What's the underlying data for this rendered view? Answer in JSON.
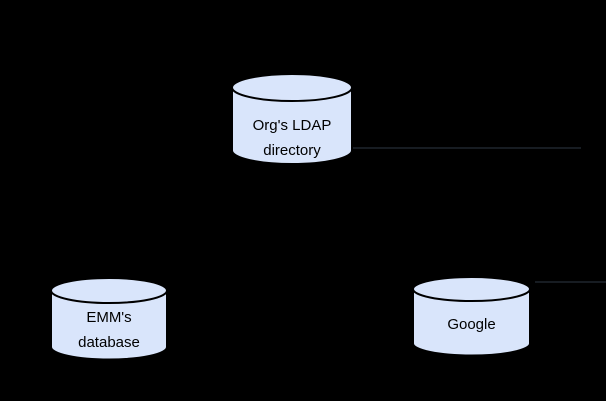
{
  "diagram": {
    "background": "#000000",
    "node_fill": "#d9e5fb",
    "node_stroke": "#000000",
    "text_color": "#000000",
    "nodes": [
      {
        "id": "org-ldap-directory",
        "shape": "cylinder",
        "label": "Org's LDAP directory",
        "lines": [
          "Org's LDAP",
          "directory"
        ]
      },
      {
        "id": "emm-database",
        "shape": "cylinder",
        "label": "EMM's database",
        "lines": [
          "EMM's",
          "database"
        ]
      },
      {
        "id": "google",
        "shape": "cylinder",
        "label": "Google",
        "lines": [
          "Google"
        ]
      }
    ]
  }
}
